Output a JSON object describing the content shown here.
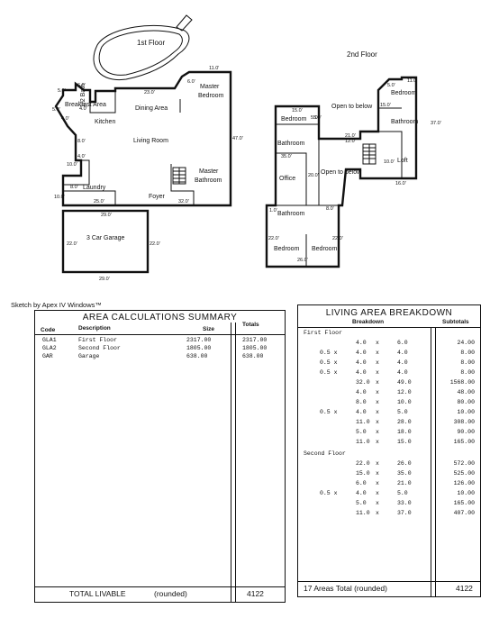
{
  "sketch": {
    "floor1_label": "1st Floor",
    "floor2_label": "2nd Floor",
    "rooms_1": {
      "breakfast": "Breakfast Area",
      "bath": "1/2 Bath",
      "dining": "Dining Area",
      "master_bed": "Master Bedroom",
      "kitchen": "Kitchen",
      "living": "Living Room",
      "master_bath": "Master Bathroom",
      "laundry": "Laundry",
      "foyer": "Foyer",
      "garage": "3 Car Garage"
    },
    "rooms_2": {
      "bedroom_a": "Bedroom",
      "open_below_1": "Open to below",
      "bedroom_b": "Bedroom",
      "bathroom_a": "Bathroom",
      "bathroom_b": "Bathroom",
      "office": "Office",
      "open_below_2": "Open to below",
      "loft": "Loft",
      "bathroom_c": "Bathroom",
      "bedroom_c": "Bedroom",
      "bedroom_d": "Bedroom"
    },
    "dims": {
      "d1": "6.0'",
      "d2": "4.0'",
      "d3": "23.0'",
      "d4": "11.0'",
      "d5": "5.0'",
      "d6": "4.0'",
      "d7": "8.0'",
      "d8": "4.0'",
      "d9": "10.0'",
      "d10": "47.0'",
      "d11": "8.0'",
      "d12": "10.0'",
      "d13": "25.0'",
      "d14": "32.0'",
      "d15": "29.0'",
      "d16": "22.0'",
      "d17": "22.0'",
      "d18": "29.0'",
      "d19": "5.0'",
      "d20": "6.0'",
      "e1": "15.0'",
      "e2": "5.0'",
      "e3": "11.0'",
      "e4": "15.0'",
      "e5": "37.0'",
      "e6": "21.0'",
      "e7": "12.0'",
      "e8": "35.0'",
      "e9": "20.0'",
      "e10": "10.0'",
      "e11": "16.0'",
      "e12": "8.0'",
      "e13": "22.0'",
      "e14": "22.0'",
      "e15": "26.0'",
      "e16": "1.0'",
      "e17": "5.0'",
      "e18": "5.0'"
    }
  },
  "credit": "Sketch by Apex IV Windows™",
  "calc": {
    "title": "AREA CALCULATIONS SUMMARY",
    "col_code": "Code",
    "col_desc": "Description",
    "col_size": "Size",
    "col_totals": "Totals",
    "rows": [
      {
        "code": "GLA1",
        "desc": "First Floor",
        "size": "2317.00",
        "total": "2317.00"
      },
      {
        "code": "GLA2",
        "desc": "Second Floor",
        "size": "1805.00",
        "total": "1805.00"
      },
      {
        "code": "GAR",
        "desc": "Garage",
        "size": "638.00",
        "total": "638.00"
      }
    ],
    "total_label": "TOTAL LIVABLE",
    "rounded": "(rounded)",
    "total_value": "4122"
  },
  "living": {
    "title": "LIVING AREA BREAKDOWN",
    "col_breakdown": "Breakdown",
    "col_subtotals": "Subtotals",
    "first_floor": "First Floor",
    "second_floor": "Second Floor",
    "rows_1": [
      {
        "f": "",
        "a": "4.0",
        "b": "6.0",
        "s": "24.00"
      },
      {
        "f": "0.5 x",
        "a": "4.0",
        "b": "4.0",
        "s": "8.00"
      },
      {
        "f": "0.5 x",
        "a": "4.0",
        "b": "4.0",
        "s": "8.00"
      },
      {
        "f": "0.5 x",
        "a": "4.0",
        "b": "4.0",
        "s": "8.00"
      },
      {
        "f": "",
        "a": "32.0",
        "b": "49.0",
        "s": "1568.00"
      },
      {
        "f": "",
        "a": "4.0",
        "b": "12.0",
        "s": "48.00"
      },
      {
        "f": "",
        "a": "8.0",
        "b": "10.0",
        "s": "80.00"
      },
      {
        "f": "0.5 x",
        "a": "4.0",
        "b": "5.0",
        "s": "10.00"
      },
      {
        "f": "",
        "a": "11.0",
        "b": "28.0",
        "s": "308.00"
      },
      {
        "f": "",
        "a": "5.0",
        "b": "18.0",
        "s": "90.00"
      },
      {
        "f": "",
        "a": "11.0",
        "b": "15.0",
        "s": "165.00"
      }
    ],
    "rows_2": [
      {
        "f": "",
        "a": "22.0",
        "b": "26.0",
        "s": "572.00"
      },
      {
        "f": "",
        "a": "15.0",
        "b": "35.0",
        "s": "525.00"
      },
      {
        "f": "",
        "a": "6.0",
        "b": "21.0",
        "s": "126.00"
      },
      {
        "f": "0.5 x",
        "a": "4.0",
        "b": "5.0",
        "s": "10.00"
      },
      {
        "f": "",
        "a": "5.0",
        "b": "33.0",
        "s": "165.00"
      },
      {
        "f": "",
        "a": "11.0",
        "b": "37.0",
        "s": "407.00"
      }
    ],
    "x": "x",
    "total_label": "17 Areas Total (rounded)",
    "total_value": "4122"
  }
}
